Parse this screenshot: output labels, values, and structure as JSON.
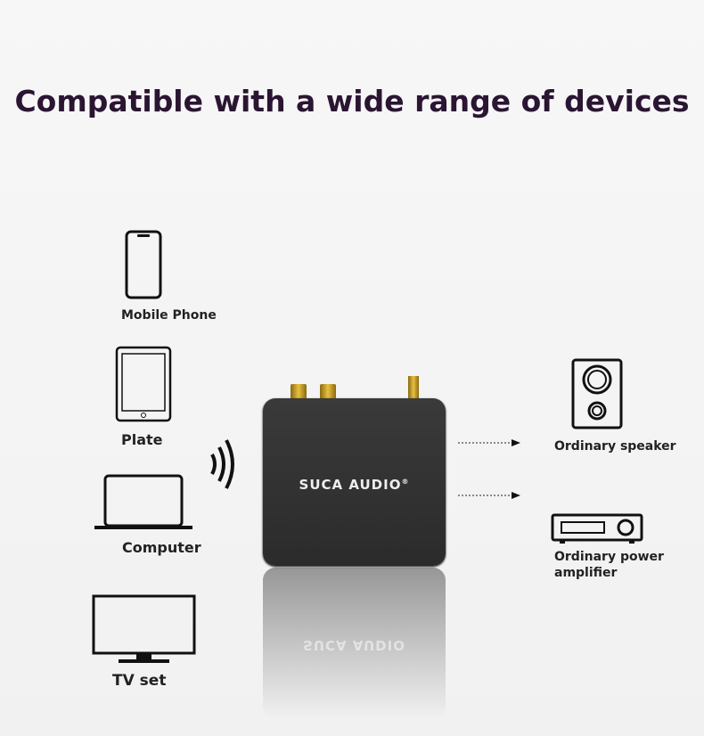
{
  "title": "Compatible with a wide range of devices",
  "sources": [
    {
      "label": "Mobile Phone",
      "icon": "phone-icon"
    },
    {
      "label": "Plate",
      "icon": "tablet-icon"
    },
    {
      "label": "Computer",
      "icon": "laptop-icon"
    },
    {
      "label": "TV set",
      "icon": "tv-icon"
    }
  ],
  "device": {
    "brand": "SUCA AUDIO",
    "mark": "®"
  },
  "outputs": [
    {
      "label": "Ordinary speaker",
      "icon": "speaker-icon"
    },
    {
      "label": "Ordinary power amplifier",
      "icon": "amplifier-icon"
    }
  ]
}
